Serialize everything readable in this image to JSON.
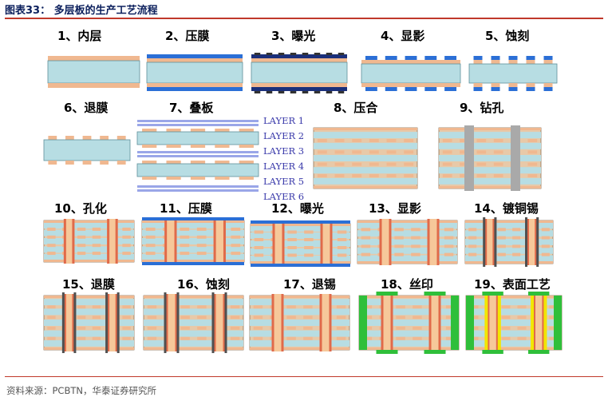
{
  "figure_title": "图表33：    多层板的生产工艺流程",
  "source_note": "资料来源：PCBTN，华泰证券研究所",
  "steps": [
    {
      "label": "1、内层"
    },
    {
      "label": "2、压膜"
    },
    {
      "label": "3、曝光"
    },
    {
      "label": "4、显影"
    },
    {
      "label": "5、蚀刻"
    },
    {
      "label": "6、退膜"
    },
    {
      "label": "7、叠板"
    },
    {
      "label": "8、压合"
    },
    {
      "label": "9、钻孔"
    },
    {
      "label": "10、孔化"
    },
    {
      "label": "11、压膜"
    },
    {
      "label": "12、曝光"
    },
    {
      "label": "13、显影"
    },
    {
      "label": "14、镀铜锡"
    },
    {
      "label": "15、退膜"
    },
    {
      "label": "16、蚀刻"
    },
    {
      "label": "17、退锡"
    },
    {
      "label": "18、丝印"
    },
    {
      "label": "19、表面工艺"
    }
  ],
  "layer_labels": [
    "LAYER 1",
    "LAYER 2",
    "LAYER 3",
    "LAYER 4",
    "LAYER 5",
    "LAYER 6"
  ],
  "colors": {
    "core": "#b7dde3",
    "core_edge": "#5f8f99",
    "copper": "#f0b890",
    "film": "#2b6fd6",
    "prepreg": "#9aa6e8",
    "hole": "#a9a9a9",
    "plating": "#e06a4a",
    "tin": "#505050",
    "mask": "#2fbf3a",
    "finish": "#f2e600",
    "title": "#0b1f5c",
    "rule": "#c0392b"
  }
}
